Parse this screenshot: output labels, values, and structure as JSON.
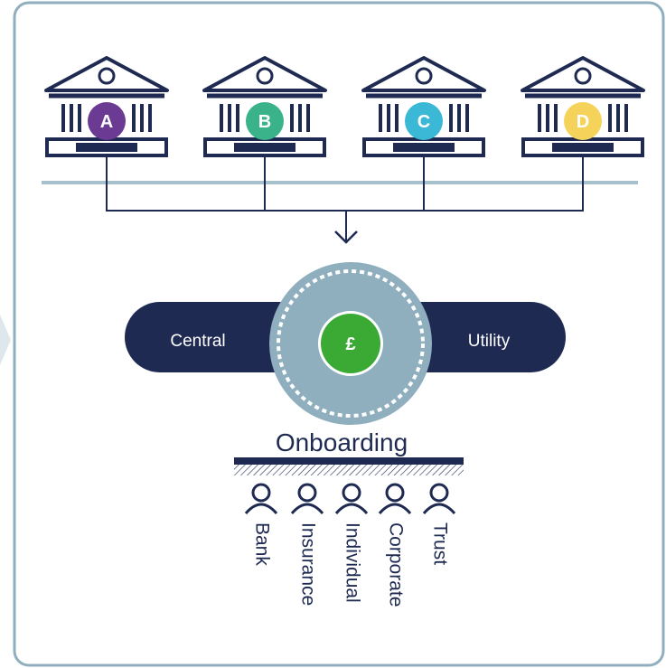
{
  "banks": [
    {
      "letter": "A",
      "color": "#6b3a93"
    },
    {
      "letter": "B",
      "color": "#3bb38a"
    },
    {
      "letter": "C",
      "color": "#3bb8d6"
    },
    {
      "letter": "D",
      "color": "#f5d35a"
    }
  ],
  "hub": {
    "left_label": "Central",
    "right_label": "Utility",
    "center_symbol": "£",
    "center_color": "#3aaa35",
    "ring_color": "#8fafbf",
    "pill_color": "#1e2a52"
  },
  "onboarding_title": "Onboarding",
  "clients": [
    "Bank",
    "Insurance",
    "Individual",
    "Corporate",
    "Trust"
  ],
  "colors": {
    "navy": "#1e2a52",
    "frame": "#8fafbf",
    "accent_line": "#a7c1cc"
  }
}
